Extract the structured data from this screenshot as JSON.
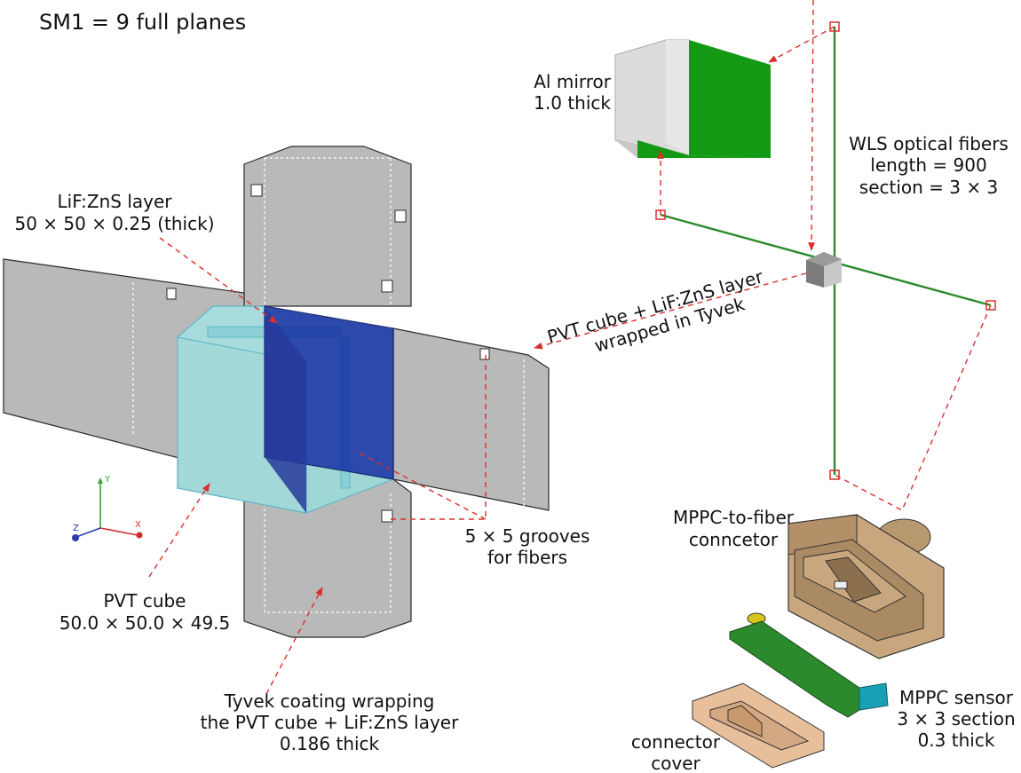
{
  "title": "SM1 = 9 full planes",
  "labels": {
    "lif_line1": "LiF:ZnS layer",
    "lif_line2": "50 × 50 × 0.25 (thick)",
    "mirror_line1": "Al mirror",
    "mirror_line2": "1.0 thick",
    "wls_line1": "WLS optical fibers",
    "wls_line2": "length = 900",
    "wls_line3": "section = 3 × 3",
    "pvt_wrap_line1": "PVT cube + LiF:ZnS layer",
    "pvt_wrap_line2": "wrapped in Tyvek",
    "grooves_line1": "5 × 5 grooves",
    "grooves_line2": "for fibers",
    "pvt_line1": "PVT cube",
    "pvt_line2": "50.0 × 50.0 × 49.5",
    "tyvek_line1": "Tyvek coating wrapping",
    "tyvek_line2": "the PVT cube + LiF:ZnS layer",
    "tyvek_line3": "0.186 thick",
    "mppc_conn_line1": "MPPC-to-fiber",
    "mppc_conn_line2": "conncetor",
    "mppc_sensor_line1": "MPPC sensor",
    "mppc_sensor_line2": "3 × 3 section",
    "mppc_sensor_line3": "0.3 thick",
    "cover_line1": "connector",
    "cover_line2": "cover"
  },
  "axes": {
    "x": "X",
    "y": "Y",
    "z": "Z"
  },
  "colors": {
    "tyvek": "#b9b9b9",
    "pvt": "#a8dcdc",
    "lif": "#1c3aa6",
    "fiber": "#2c8a2c",
    "mirror_green": "#139913",
    "connector": "#c9a77e",
    "pcb": "#2b8a2b",
    "sensor": "#1aa0b5",
    "cover": "#e8bf9b",
    "arrow": "#d9302c"
  }
}
